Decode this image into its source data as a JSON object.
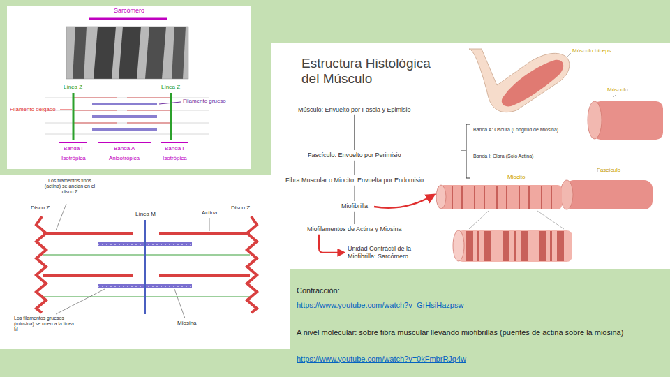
{
  "diagram": {
    "title": "Estructura Histológica del Músculo",
    "nodes": [
      {
        "text": [
          "Músculo: Envuelto por Fascia y Epimisio"
        ]
      },
      {
        "text": [
          "Fascículo: Envuelto por Perimisio"
        ]
      },
      {
        "text": [
          "Fibra Muscular o Miocito: Envuelta por Endomisio"
        ]
      },
      {
        "text": [
          "Miofibrilla"
        ]
      },
      {
        "text": [
          "Miofilamentos de Actina y Miosina"
        ]
      },
      {
        "text": [
          "Unidad Contráctil de la Miofibrilla: Sarcómero"
        ]
      }
    ],
    "edges": [
      {
        "from": 0,
        "to": 1,
        "arrow": "none"
      },
      {
        "from": 1,
        "to": 2,
        "arrow": "none"
      },
      {
        "from": 2,
        "to": 3,
        "arrow": "none"
      },
      {
        "from": 3,
        "to": 4,
        "arrow": "none"
      },
      {
        "from": 4,
        "to": 5,
        "arrow": "to"
      }
    ],
    "labels": [
      "Sarcómero",
      "Línea Z",
      "Línea Z",
      "Filamento delgado",
      "Filamento grueso",
      "Banda I",
      "Banda A",
      "Banda I",
      "Isotrópica",
      "Anisotrópica",
      "Isotrópica",
      "Disco Z",
      "Los filamentos finos (actina) se anclan en el disco Z",
      "Línea M",
      "Actina",
      "Disco Z",
      "Los filamentos gruesos (miosina) se unen a la línea M",
      "Miosina",
      "Músculo bíceps",
      "Músculo",
      "Banda A: Oscura (Longitud de Miosina)",
      "Banda I: Clara (Solo Actina)",
      "Fascículo",
      "Miocito",
      "Contracción:",
      "https://www.youtube.com/watch?v=GrHsiHazpsw",
      "A nivel molecular: sobre fibra muscular llevando miofibrillas (puentes de actina sobre la miosina)",
      "https://www.youtube.com/watch?v=0kFmbrRJq4w"
    ]
  }
}
